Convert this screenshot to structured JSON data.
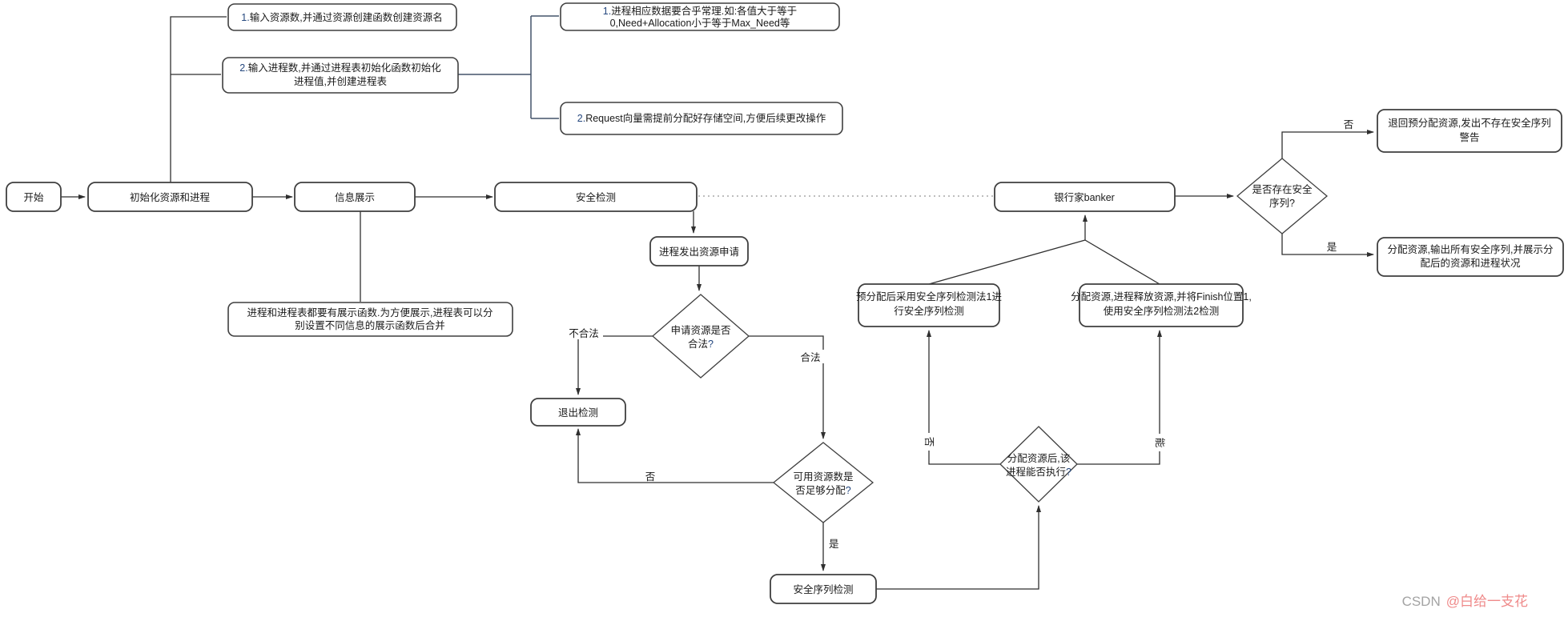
{
  "palette": {
    "shape_stroke": "#3f3f3f",
    "connector": "#2f2f2f",
    "blue_connector": "#44546a",
    "number_blue": "#24477e",
    "dotted_gray": "#a9a9a9",
    "watermark_gray": "#a3a3a3",
    "watermark_red": "#ef8a8a"
  },
  "nodes": {
    "start": "开始",
    "init": "初始化资源和进程",
    "info": "信息展示",
    "safety": "安全检测",
    "banker": "银行家banker",
    "request": "进程发出资源申请",
    "exit_check": "退出检测",
    "safe_seq": "安全序列检测"
  },
  "decisions": {
    "exists_safe": {
      "line1": "是否存在安全",
      "line2": "序列?"
    },
    "legal": {
      "line1": "申请资源是否",
      "line2": "合法",
      "q": "?"
    },
    "enough": {
      "line1": "可用资源数是",
      "line2": "否足够分配",
      "q": "?"
    },
    "can_exec": {
      "line1": "分配资源后,该",
      "line2": "进程能否执行",
      "q": "?"
    }
  },
  "edge_labels": {
    "no_top": "否",
    "yes_bottom": "是",
    "illegal": "不合法",
    "legal": "合法",
    "no_left": "否",
    "yes_down": "是",
    "no_up": "否",
    "can_up": "能"
  },
  "notes": {
    "create_res": {
      "num": "1.",
      "text": "输入资源数,并通过资源创建函数创建资源名"
    },
    "init_proc": {
      "num": "2.",
      "line1": "输入进程数,并通过进程表初始化函数初始化",
      "line2": "进程值,并创建进程表"
    },
    "valid_data": {
      "num": "1.",
      "line1": "进程相应数据要合乎常理.如:各值大于等于",
      "line2": "0,Need+Allocation小于等于Max_Need等"
    },
    "request_vec": {
      "num": "2.",
      "text": "Request向量需提前分配好存储空间,方便后续更改操作"
    },
    "display_fn": {
      "line1": "进程和进程表都要有展示函数.为方便展示,进程表可以分",
      "line2": "别设置不同信息的展示函数后合并"
    }
  },
  "outcomes": {
    "no_safe": {
      "line1": "退回预分配资源,发出不存在安全序列",
      "line2": "警告"
    },
    "has_safe": {
      "line1": "分配资源,输出所有安全序列,并展示分",
      "line2": "配后的资源和进程状况"
    },
    "pre_alloc": {
      "line1": "预分配后采用安全序列检测法1进",
      "line2": "行安全序列检测"
    },
    "alloc_exec": {
      "line1": "分配资源,进程释放资源,并将Finish位置1,",
      "line2": "使用安全序列检测法2检测"
    }
  },
  "watermark": {
    "brand": "CSDN",
    "user": "@白给一支花"
  }
}
